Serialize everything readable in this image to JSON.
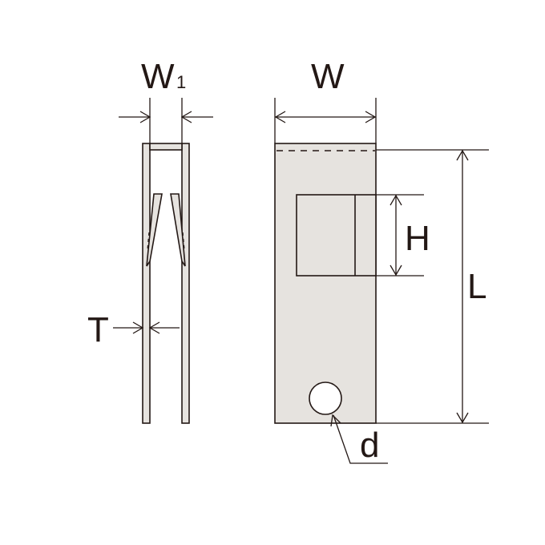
{
  "labels": {
    "width_main": "W",
    "width_side": "W",
    "width_side_subscript": "1",
    "thickness": "T",
    "window_height": "H",
    "length": "L",
    "hole_diameter": "d"
  },
  "colors": {
    "line": "#231815",
    "part_fill": "#e6e3df",
    "background": "#ffffff"
  }
}
